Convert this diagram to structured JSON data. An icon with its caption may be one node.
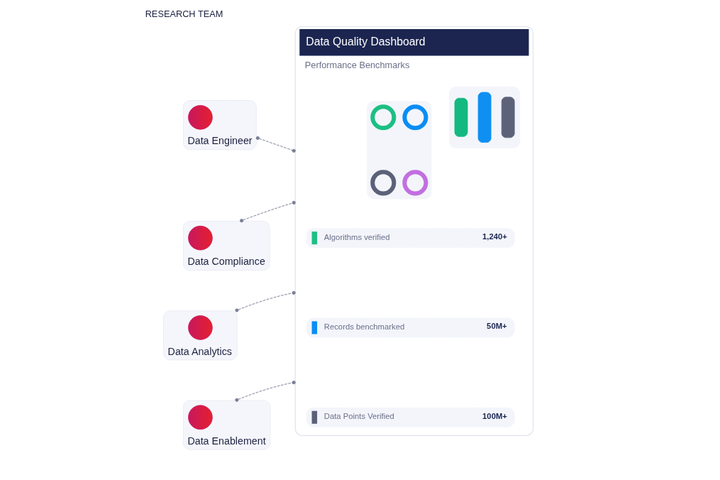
{
  "diagram": {
    "title": "RESEARCH TEAM",
    "nodes": [
      {
        "text": [
          "Data Engineer"
        ]
      },
      {
        "text": [],
        "shape": "person",
        "in": 0
      },
      {
        "text": [
          "Data Compliance"
        ]
      },
      {
        "text": [],
        "shape": "person",
        "in": 2
      },
      {
        "text": [
          "Data Analytics"
        ]
      },
      {
        "text": [],
        "shape": "person",
        "in": 4
      },
      {
        "text": [
          "Data Enablement"
        ]
      },
      {
        "text": [],
        "shape": "person",
        "in": 6
      },
      {
        "text": [
          "Data Quality Dashboard",
          "Performance Benchmarks"
        ]
      },
      {
        "text": [],
        "shape": "box",
        "in": 8
      },
      {
        "text": [],
        "shape": "ring",
        "in": 9
      },
      {
        "text": [],
        "shape": "ring",
        "in": 9
      },
      {
        "text": [],
        "shape": "ring",
        "in": 9
      },
      {
        "text": [],
        "shape": "ring",
        "in": 9
      },
      {
        "text": [],
        "shape": "box",
        "in": 8
      },
      {
        "text": [],
        "shape": "bar",
        "in": 14
      },
      {
        "text": [],
        "shape": "bar",
        "in": 14
      },
      {
        "text": [],
        "shape": "bar",
        "in": 14
      },
      {
        "text": [
          "Algorithms verified",
          "1,240+"
        ],
        "in": 8
      },
      {
        "text": [
          "Records benchmarked",
          "50M+"
        ],
        "in": 8
      },
      {
        "text": [
          "Data Points Verified",
          "100M+"
        ],
        "in": 8
      }
    ],
    "edges": [
      {
        "from": 0,
        "to": 8,
        "arrow": "other",
        "style": "dashed"
      },
      {
        "from": 2,
        "to": 8,
        "arrow": "other",
        "style": "dashed"
      },
      {
        "from": 4,
        "to": 8,
        "arrow": "other",
        "style": "dashed"
      },
      {
        "from": 6,
        "to": 8,
        "arrow": "other",
        "style": "dashed"
      }
    ]
  }
}
